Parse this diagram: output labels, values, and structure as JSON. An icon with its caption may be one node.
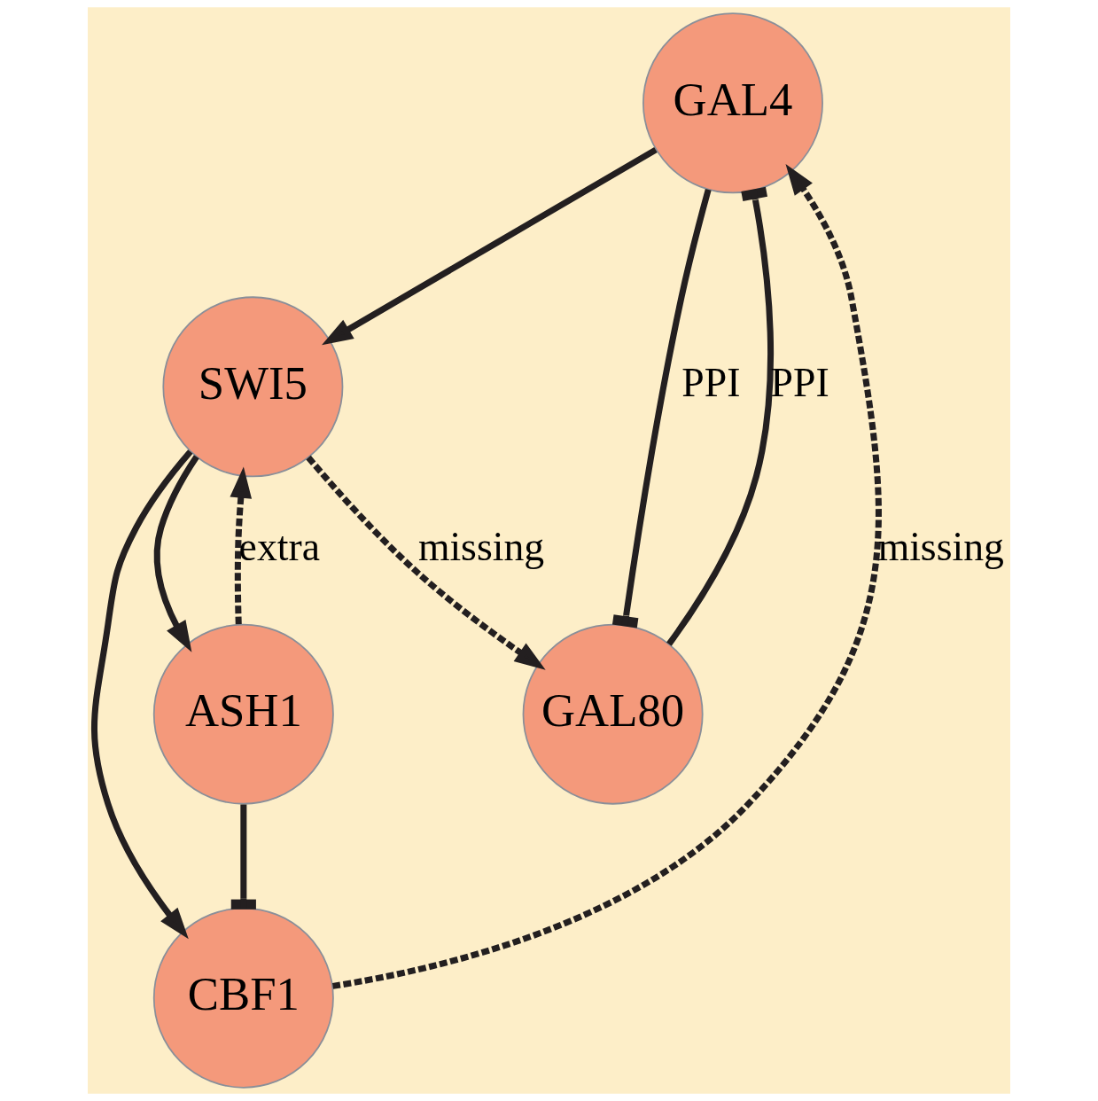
{
  "diagram": {
    "nodes": [
      {
        "text": [
          "GAL4"
        ]
      },
      {
        "text": [
          "CBF1"
        ]
      },
      {
        "text": [
          "GAL80"
        ]
      },
      {
        "text": [
          "ASH1"
        ]
      },
      {
        "text": [
          "SWI5"
        ]
      }
    ],
    "edges": [
      {
        "from": 1,
        "to": 0,
        "arrow": "to",
        "style": "dashed",
        "label": "missing"
      },
      {
        "from": 0,
        "to": 2,
        "arrow": "other",
        "label": "PPI"
      },
      {
        "from": 2,
        "to": 0,
        "arrow": "other",
        "label": "PPI"
      },
      {
        "from": 0,
        "to": 4,
        "arrow": "to"
      },
      {
        "from": 4,
        "to": 1,
        "arrow": "to"
      },
      {
        "from": 3,
        "to": 1,
        "arrow": "other"
      },
      {
        "from": 4,
        "to": 3,
        "arrow": "to"
      },
      {
        "from": 3,
        "to": 4,
        "arrow": "to",
        "style": "dashed",
        "label": "extra"
      },
      {
        "from": 4,
        "to": 2,
        "arrow": "to",
        "style": "dashed",
        "label": "missing"
      }
    ]
  }
}
